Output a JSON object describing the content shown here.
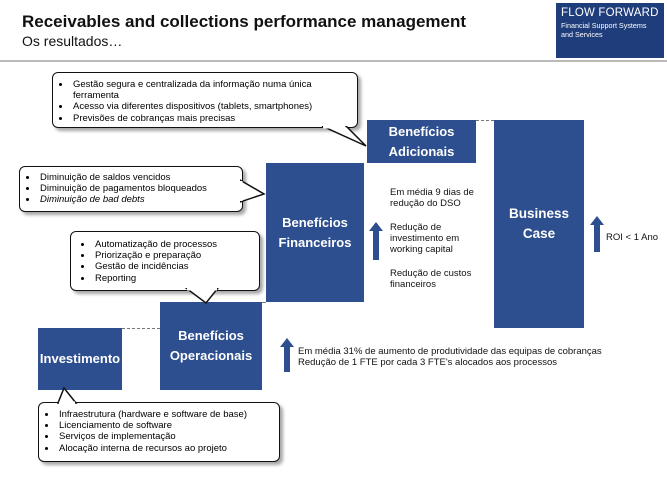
{
  "header": {
    "title": "Receivables and collections performance management",
    "subtitle": "Os resultados…"
  },
  "brand": {
    "name": "FLOW FORWARD",
    "tagline": "Financial Support Systems and Services"
  },
  "colors": {
    "box_blue": "#2e4f8f",
    "brand_blue": "#1f3d7a",
    "arrow_blue": "#2e4f8f"
  },
  "boxes": {
    "investimento": "Investimento",
    "operacionais": "Benefícios\nOperacionais",
    "financeiros": "Benefícios\nFinanceiros",
    "adicionais": "Benefícios\nAdicionais",
    "business_case": "Business\nCase"
  },
  "callouts": {
    "adicionais": [
      "Gestão segura e centralizada da informação numa única ferramenta",
      "Acesso via diferentes dispositivos (tablets, smartphones)",
      "Previsões de cobranças mais precisas"
    ],
    "financeiros": [
      "Diminuição de saldos vencidos",
      "Diminuição de pagamentos bloqueados",
      "Diminuição de bad debts"
    ],
    "operacionais": [
      "Automatização de processos",
      "Priorização e preparação",
      "Gestão de incidências",
      "Reporting"
    ],
    "investimento": [
      "Infraestrutura (hardware e software de base)",
      "Licenciamento de software",
      "Serviços de implementação",
      "Alocação interna de recursos ao projeto"
    ]
  },
  "financial_results": {
    "dso": "Em média 9 dias de redução do DSO",
    "working_capital": "Redução de investimento em working capital",
    "costs": "Redução de custos financeiros"
  },
  "operational_results": {
    "line1": "Em média 31% de aumento de produtividade das equipas de cobranças",
    "line2": "Redução de 1 FTE por cada 3 FTE's alocados aos processos"
  },
  "roi": "ROI < 1 Ano",
  "icons": [
    "arrow-up-icon"
  ]
}
